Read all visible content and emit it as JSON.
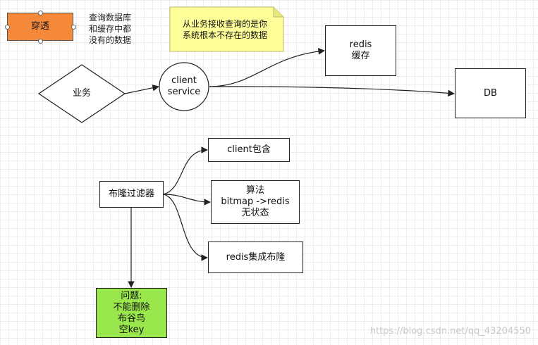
{
  "colors": {
    "tag_fill": "#f5893a",
    "note_fill": "#ffff99",
    "issue_fill": "#99e64d",
    "stroke": "#222222"
  },
  "tag": {
    "label": "穿透"
  },
  "tag_caption": "查询数据库\n和缓存中都\n没有的数据",
  "note": "从业务接收查询的是你\n系统根本不存在的数据",
  "business": "业务",
  "client_service": "client\nservice",
  "redis_cache": "redis\n缓存",
  "db": "DB",
  "bloom_filter": "布隆过滤器",
  "client_contains": "client包含",
  "algorithm": "算法\nbitmap ->redis\n无状态",
  "redis_integration": "redis集成布隆",
  "issues": "问题:\n不能删除\n布谷鸟\n空key",
  "watermark": "https://blog.csdn.net/qq_43204550"
}
